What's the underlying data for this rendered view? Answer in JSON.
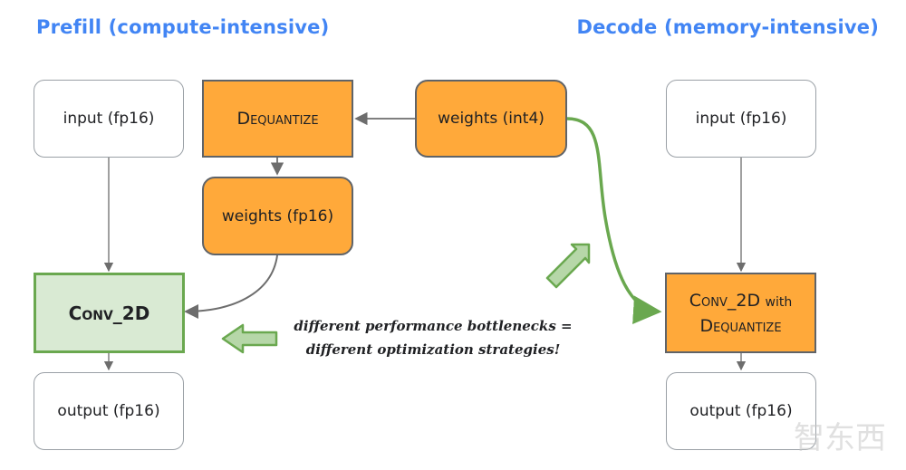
{
  "headings": {
    "prefill": "Prefill (compute-intensive)",
    "decode": "Decode (memory-intensive)"
  },
  "prefill": {
    "input": "input (fp16)",
    "dequantize": "Dequantize",
    "weights_int4": "weights (int4)",
    "weights_fp16": "weights (fp16)",
    "conv": "Conv_2D",
    "output": "output (fp16)"
  },
  "decode": {
    "input": "input (fp16)",
    "conv_line1_main": "Conv_2D",
    "conv_line1_with": "with",
    "conv_line2": "Dequantize",
    "output": "output (fp16)"
  },
  "note": {
    "line1": "different performance bottlenecks =",
    "line2": "different optimization strategies!"
  },
  "watermark": "智东西",
  "colors": {
    "heading_blue": "#4285f4",
    "orange_fill": "#ffa93a",
    "green_fill": "#d9ead3",
    "green_stroke": "#6aa84f",
    "arrow_green": "#6aa84f",
    "arrow_green_fill": "#b6d7a8"
  }
}
